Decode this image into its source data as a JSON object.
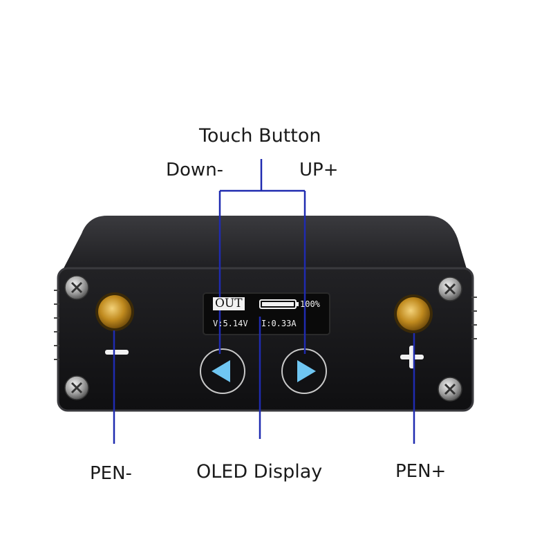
{
  "callouts": {
    "touch_button": "Touch Button",
    "down": "Down-",
    "up": "UP+",
    "pen_minus": "PEN-",
    "oled_display": "OLED Display",
    "pen_plus": "PEN+"
  },
  "oled": {
    "mode": "OUT",
    "battery_percent": "100%",
    "battery_level": 1.0,
    "voltage": "V:5.14V",
    "current": "I:0.33A"
  },
  "terminals": {
    "minus_sign": "−",
    "plus_sign": "+"
  },
  "icons": {
    "down_button": "left-triangle-icon",
    "up_button": "right-triangle-icon"
  },
  "colors": {
    "leader_line": "#1f2bb0",
    "body_dark": "#1b1b1d",
    "oled_bg": "#0a0a0a",
    "button_glyph": "#6fc6f2",
    "terminal_gold": "#c08a1e"
  }
}
